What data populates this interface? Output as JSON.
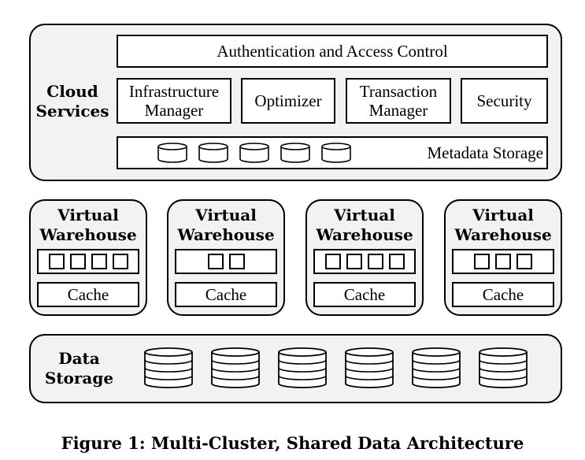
{
  "cloud_services": {
    "title": "Cloud\nServices",
    "auth": "Authentication and Access Control",
    "modules": [
      {
        "label": "Infrastructure\nManager"
      },
      {
        "label": "Optimizer"
      },
      {
        "label": "Transaction\nManager"
      },
      {
        "label": "Security"
      }
    ],
    "metadata_label": "Metadata Storage",
    "metadata_cylinders": 5
  },
  "warehouses": [
    {
      "title": "Virtual\nWarehouse",
      "workers": 4,
      "cache": "Cache"
    },
    {
      "title": "Virtual\nWarehouse",
      "workers": 2,
      "cache": "Cache"
    },
    {
      "title": "Virtual\nWarehouse",
      "workers": 4,
      "cache": "Cache"
    },
    {
      "title": "Virtual\nWarehouse",
      "workers": 3,
      "cache": "Cache"
    }
  ],
  "data_storage": {
    "title": "Data\nStorage",
    "databases": 6
  },
  "caption": "Figure 1: Multi-Cluster, Shared Data Architecture"
}
